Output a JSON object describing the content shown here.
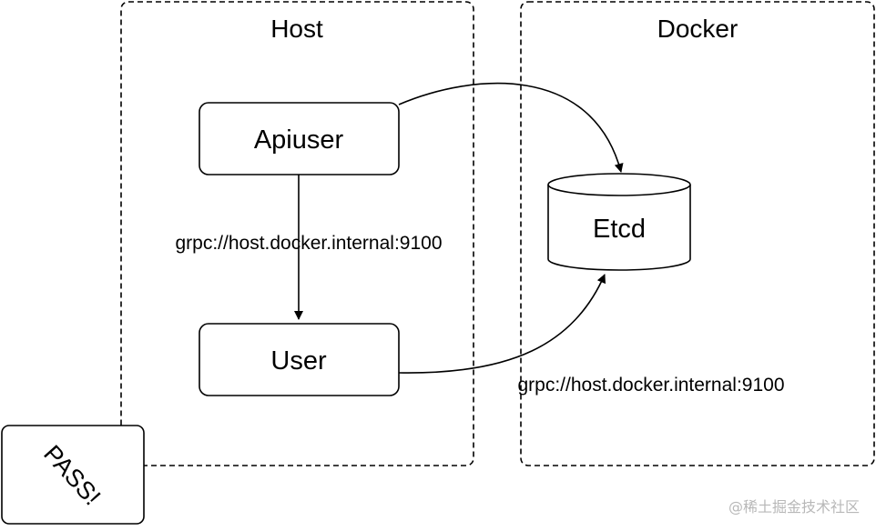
{
  "zones": {
    "host": {
      "title": "Host"
    },
    "docker": {
      "title": "Docker"
    }
  },
  "nodes": {
    "apiuser": {
      "label": "Apiuser",
      "shape": "rounded-rectangle"
    },
    "user": {
      "label": "User",
      "shape": "rounded-rectangle"
    },
    "etcd": {
      "label": "Etcd",
      "shape": "cylinder"
    }
  },
  "edges": [
    {
      "from": "Apiuser",
      "to": "User",
      "label": "grpc://host.docker.internal:9100"
    },
    {
      "from": "Apiuser",
      "to": "Etcd",
      "label": ""
    },
    {
      "from": "User",
      "to": "Etcd",
      "label": "grpc://host.docker.internal:9100"
    }
  ],
  "stamp": {
    "label": "PASS!"
  },
  "watermark": {
    "text": "@稀土掘金技术社区"
  },
  "colors": {
    "stroke": "#000000",
    "background": "#ffffff",
    "watermark": "#b8b8b8"
  }
}
